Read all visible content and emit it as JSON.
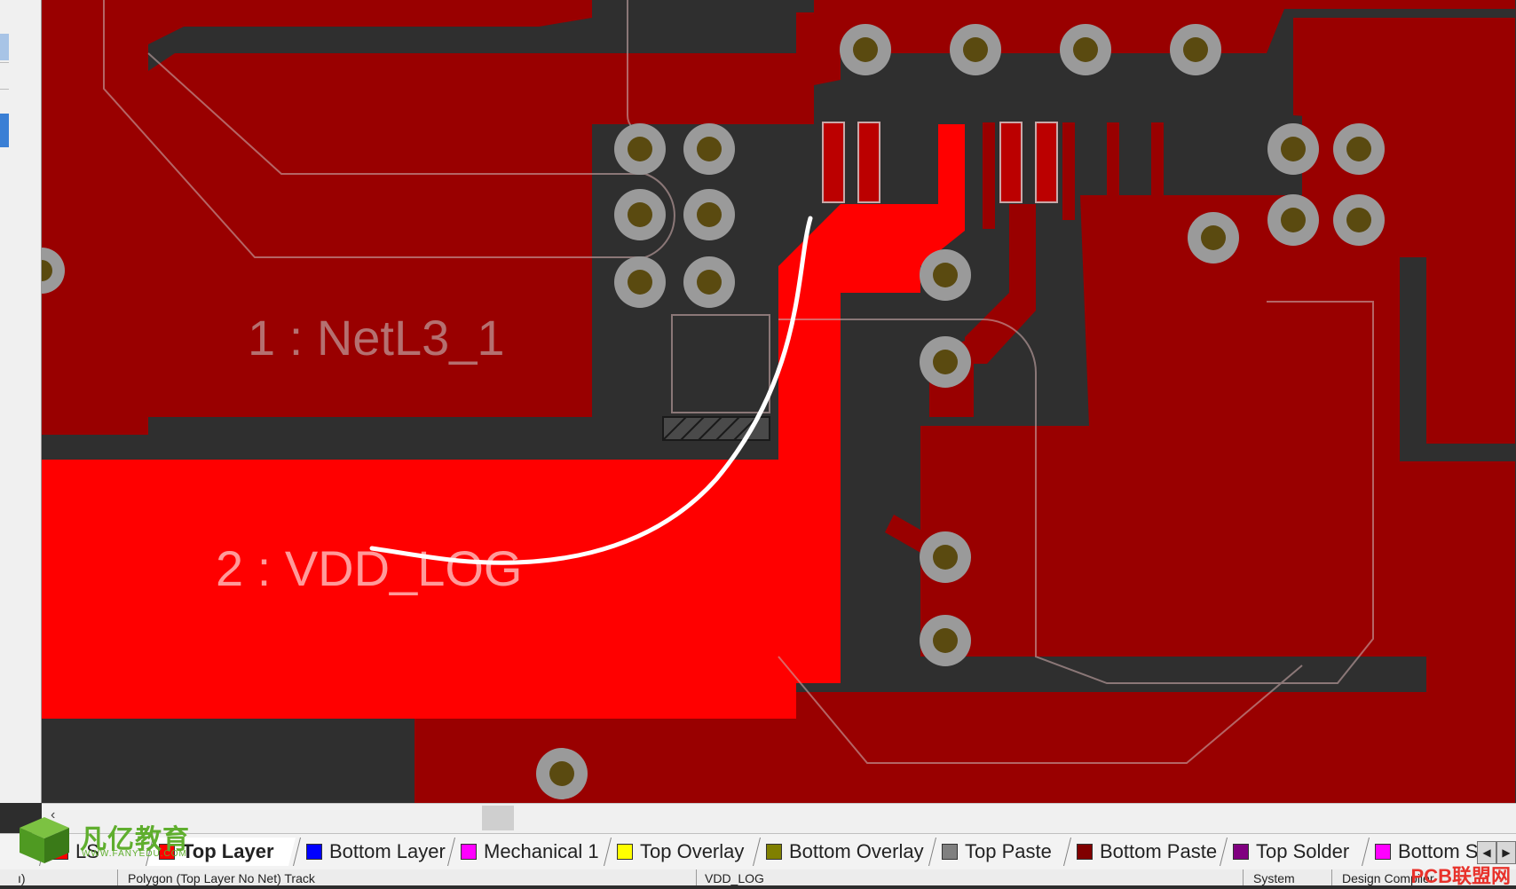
{
  "canvas": {
    "net_labels": [
      {
        "text": "1 : NetL3_1"
      },
      {
        "text": "2 : VDD_LOG"
      }
    ],
    "colors": {
      "background": "#2f2f2f",
      "copper_pour": "#990000",
      "top_track": "#ff0000",
      "pad_ring": "#9a9a9a",
      "pad_hole": "#5a4a10",
      "outline": "#c8a8a8",
      "selection": "#ffffff"
    }
  },
  "layer_tabs": [
    {
      "label": "LS",
      "color": "#ff0000"
    },
    {
      "label": "Top Layer",
      "color": "#ff0000",
      "active": true
    },
    {
      "label": "Bottom Layer",
      "color": "#0000ff"
    },
    {
      "label": "Mechanical 1",
      "color": "#ff00ff"
    },
    {
      "label": "Top Overlay",
      "color": "#ffff00"
    },
    {
      "label": "Bottom Overlay",
      "color": "#808000"
    },
    {
      "label": "Top Paste",
      "color": "#808080"
    },
    {
      "label": "Bottom Paste",
      "color": "#800000"
    },
    {
      "label": "Top Solder",
      "color": "#800080"
    },
    {
      "label": "Bottom Solder",
      "color": "#ff00ff"
    }
  ],
  "status_bar": {
    "left": "ı)",
    "object": "Polygon (Top Layer  No Net)   Track",
    "net": "VDD_LOG",
    "system": "System",
    "design_compiler": "Design Compiler"
  },
  "logo": {
    "name": "凡亿教育",
    "url_text": "WWW.FANYEDU.COM"
  },
  "watermark": "PCB联盟网"
}
